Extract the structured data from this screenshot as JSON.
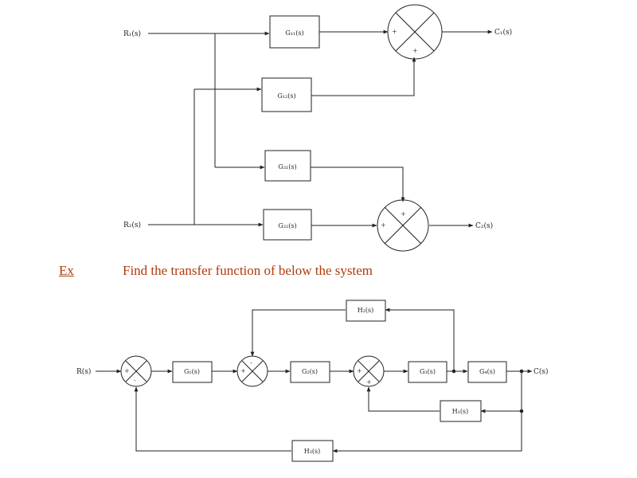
{
  "upper_diagram": {
    "inputs": {
      "r1": "R₁(s)",
      "r2": "R₂(s)"
    },
    "outputs": {
      "c1": "C₁(s)",
      "c2": "C₂(s)"
    },
    "blocks": {
      "g11": "G₁₁(s)",
      "g12": "G₁₂(s)",
      "g21": "G₂₁(s)",
      "g22": "G₂₂(s)"
    },
    "summer_signs": {
      "sum1_left": "+",
      "sum1_bottom": "+",
      "sum2_top": "+",
      "sum2_left": "+"
    }
  },
  "exercise": {
    "label": "Ex",
    "title": "Find  the transfer function of below the system"
  },
  "lower_diagram": {
    "input": "R(s)",
    "output": "C(s)",
    "blocks": {
      "g1": "G₁(s)",
      "g2": "G₂(s)",
      "g3": "G₃(s)",
      "g4": "G₄(s)",
      "h1": "H₁(s)",
      "h2": "H₂(s)",
      "h3": "H₃(s)"
    },
    "summer_signs": {
      "s1_left": "+",
      "s1_bottom": "-",
      "s2_left": "+",
      "s2_top": "-",
      "s3_left": "+",
      "s3_bottom": "+"
    }
  }
}
